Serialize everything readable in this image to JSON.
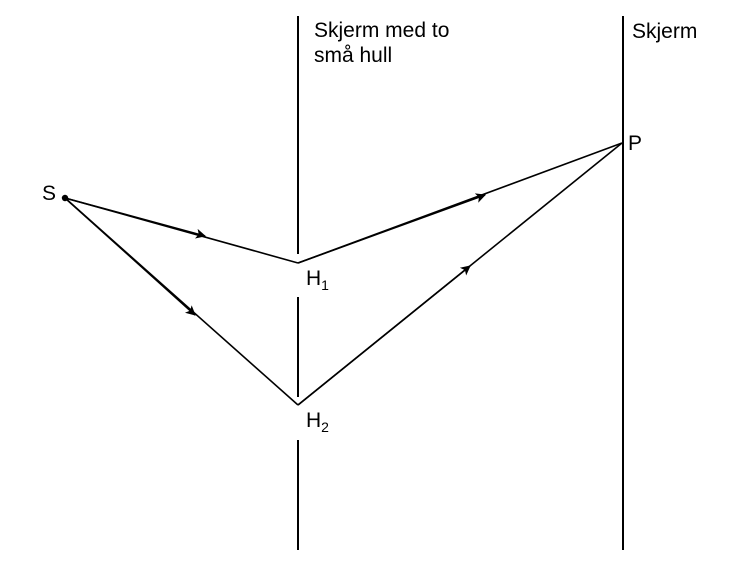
{
  "labels": {
    "screen_with_holes": [
      "Skjerm med to",
      "små hull"
    ],
    "screen": "Skjerm",
    "source": "S",
    "point": "P",
    "hole1": {
      "base": "H",
      "sub": "1"
    },
    "hole2": {
      "base": "H",
      "sub": "2"
    }
  },
  "colors": {
    "ink": "#000000",
    "background": "#ffffff"
  }
}
